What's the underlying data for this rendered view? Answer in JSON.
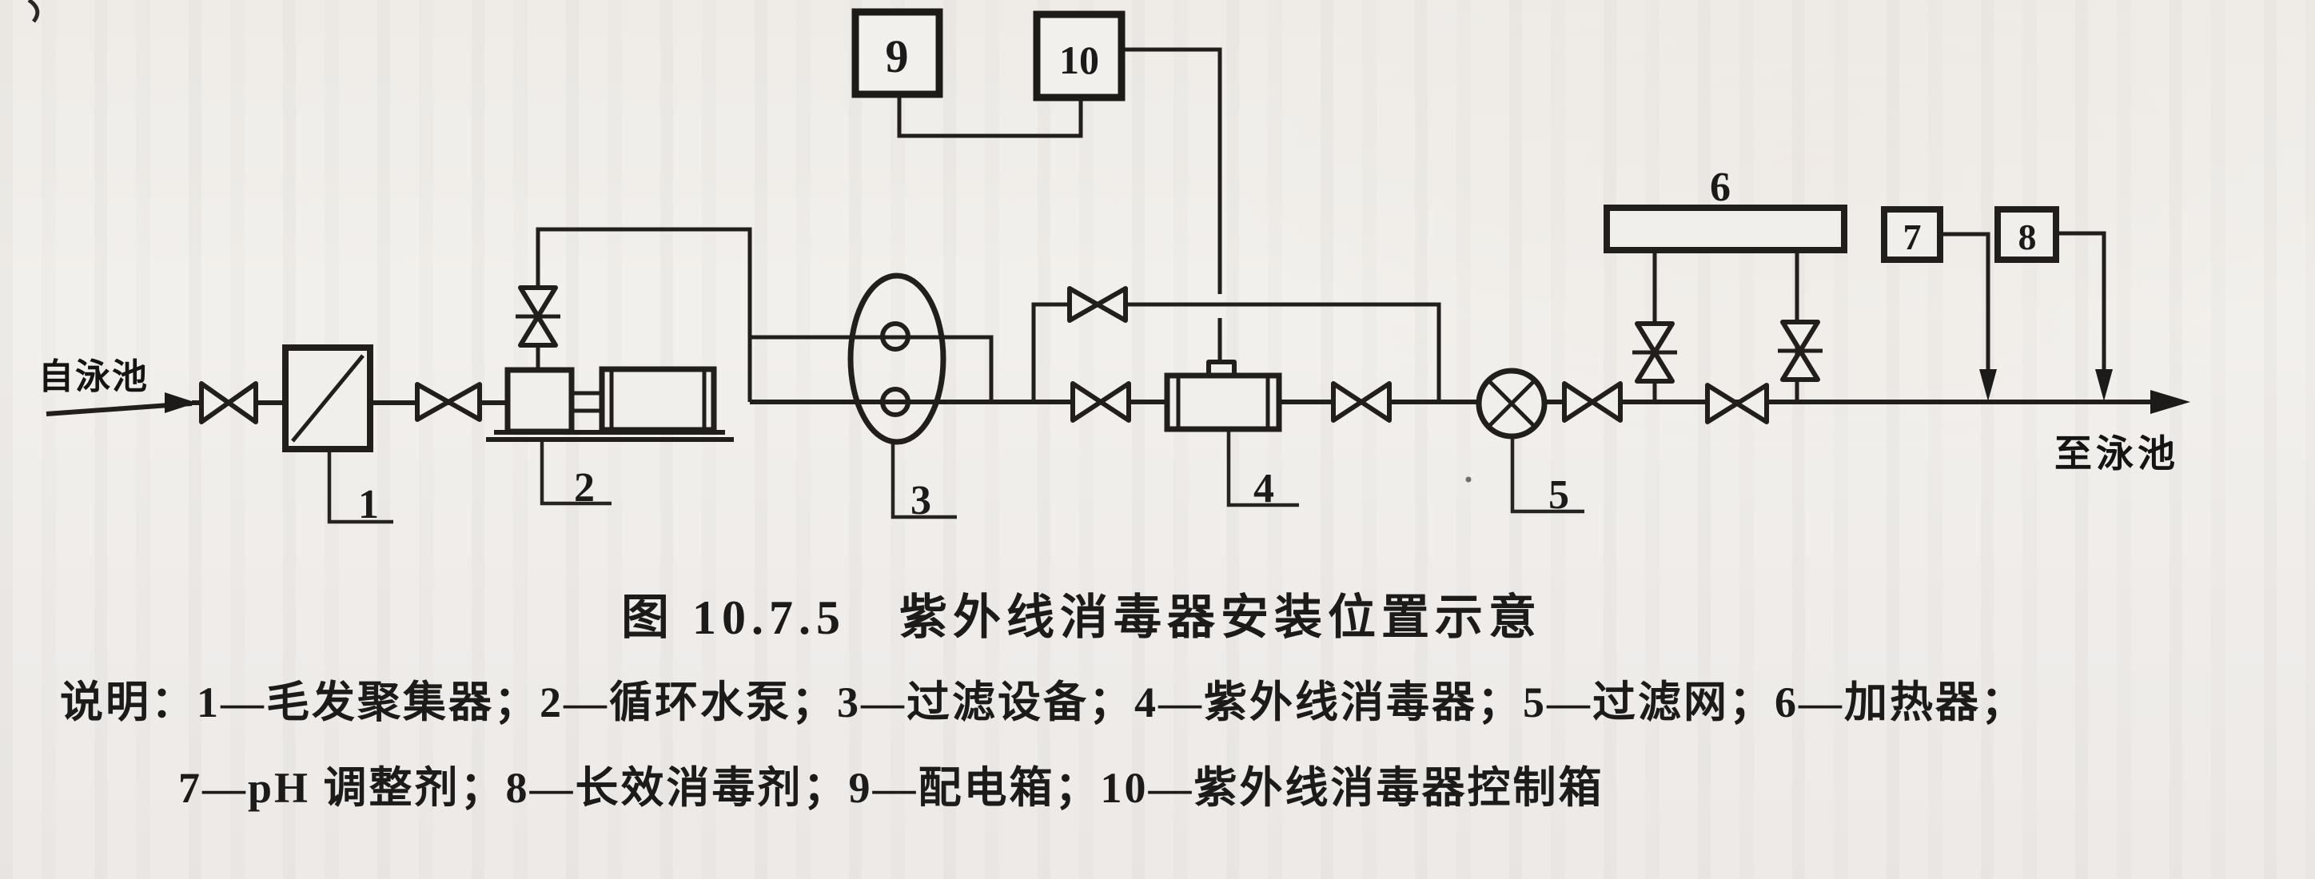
{
  "colors": {
    "ink": "#211e1b",
    "paper": "#f1efec"
  },
  "diagram": {
    "inlet_label": "自泳池",
    "outlet_label": "至泳池",
    "labels": {
      "c1": "1",
      "c2": "2",
      "c3": "3",
      "c4": "4",
      "c5": "5",
      "c6": "6",
      "c7": "7",
      "c8": "8",
      "c9": "9",
      "c10": "10"
    }
  },
  "figure": {
    "caption": "图 10.7.5　紫外线消毒器安装位置示意",
    "legend": {
      "line1": "说明：1—毛发聚集器；2—循环水泵；3—过滤设备；4—紫外线消毒器；5—过滤网；6—加热器；",
      "line2": "7—pH 调整剂；8—长效消毒剂；9—配电箱；10—紫外线消毒器控制箱"
    }
  }
}
